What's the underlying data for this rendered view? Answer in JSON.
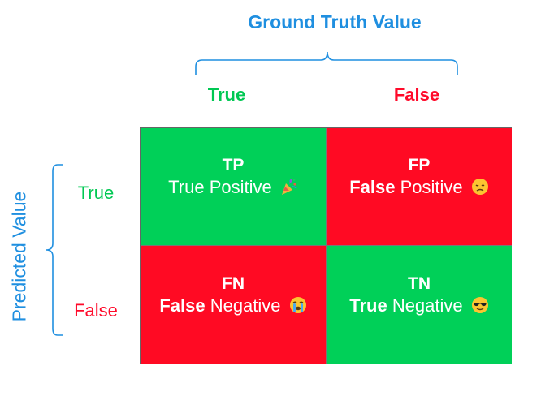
{
  "ground_truth_title": "Ground Truth Value",
  "predicted_title": "Predicted  Value",
  "columns": {
    "true_label": "True",
    "false_label": "False"
  },
  "rows": {
    "true_label": "True",
    "false_label": "False"
  },
  "cells": {
    "tp": {
      "abbr": "TP",
      "word1": "True",
      "word2": "Positive",
      "word1_bold": false,
      "emoji": "party-popper-icon",
      "color": "#00d058"
    },
    "fp": {
      "abbr": "FP",
      "word1": "False",
      "word2": "Positive",
      "word1_bold": true,
      "emoji": "disappointed-face-icon",
      "color": "#ff0a23"
    },
    "fn": {
      "abbr": "FN",
      "word1": "False",
      "word2": "Negative",
      "word1_bold": true,
      "emoji": "crying-face-icon",
      "color": "#ff0a23"
    },
    "tn": {
      "abbr": "TN",
      "word1": "True",
      "word2": "Negative",
      "word1_bold": true,
      "emoji": "sunglasses-face-icon",
      "color": "#00d058"
    }
  },
  "colors": {
    "blue": "#1f8fe0",
    "green_text": "#00c853",
    "red_text": "#ff0a2a"
  }
}
